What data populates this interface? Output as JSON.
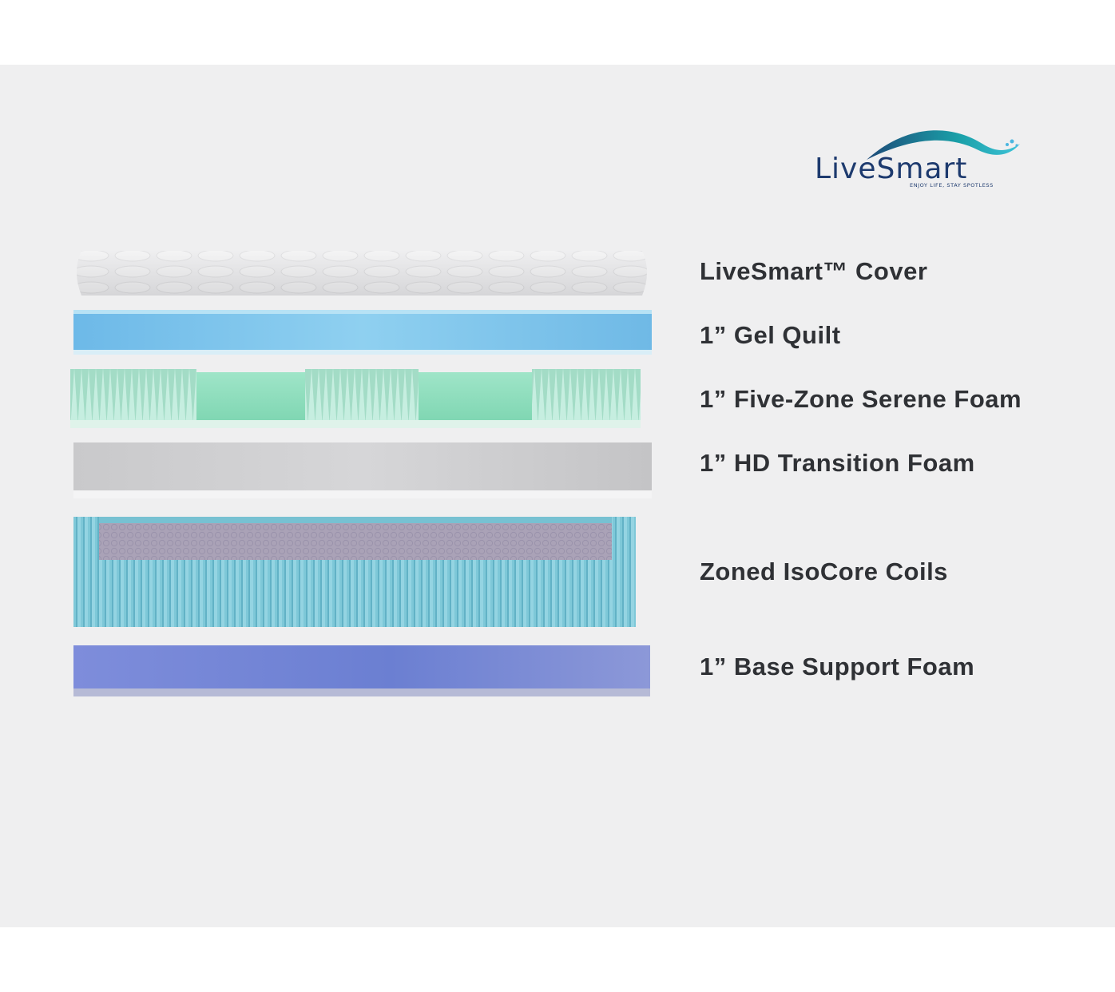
{
  "brand": {
    "logo_text": "LiveSmart",
    "tagline": "ENJOY LIFE, STAY SPOTLESS",
    "colors": {
      "dark_navy": "#1d3a6e",
      "teal": "#1aa0a8",
      "blue": "#2a63b0"
    }
  },
  "layers": [
    {
      "label": "LiveSmart™ Cover",
      "material": "quilted-cover",
      "color": "#e4e4e6"
    },
    {
      "label": "1” Gel Quilt",
      "material": "gel-quilt",
      "color": "#7cc2ea"
    },
    {
      "label": "1” Five-Zone Serene Foam",
      "material": "five-zone-foam",
      "color": "#a6e2c8"
    },
    {
      "label": "1” HD Transition Foam",
      "material": "transition-foam",
      "color": "#cfcfd1"
    },
    {
      "label": "Zoned IsoCore Coils",
      "material": "coil-unit",
      "color": "#7cc6d6"
    },
    {
      "label": "1” Base Support Foam",
      "material": "base-foam",
      "color": "#7f8fdc"
    }
  ]
}
